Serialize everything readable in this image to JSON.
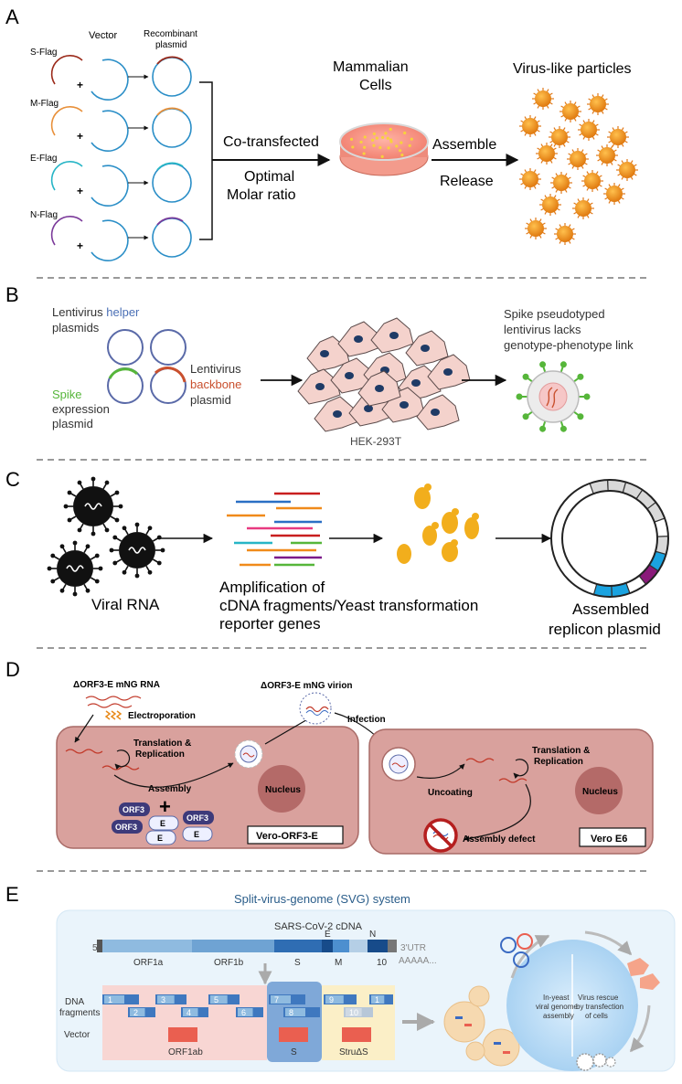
{
  "panelA": {
    "letter": "A",
    "vector_label": "Vector",
    "recombinant_label_1": "Recombinant",
    "recombinant_label_2": "plasmid",
    "flags": [
      {
        "name": "S-Flag",
        "color": "#9b2a1a"
      },
      {
        "name": "M-Flag",
        "color": "#e8903a"
      },
      {
        "name": "E-Flag",
        "color": "#27b5c6"
      },
      {
        "name": "N-Flag",
        "color": "#7b3a9a"
      }
    ],
    "plus": "+",
    "cotransfected": "Co-transfected",
    "optimal_1": "Optimal",
    "optimal_2": "Molar ratio",
    "cells_1": "Mammalian",
    "cells_2": "Cells",
    "assemble": "Assemble",
    "release": "Release",
    "vlp_title": "Virus-like particles"
  },
  "panelB": {
    "letter": "B",
    "helper_1": "Lentivirus ",
    "helper_2": "helper",
    "helper_3": "plasmids",
    "spike_1": "Spike",
    "spike_2": "expression",
    "spike_3": "plasmid",
    "backbone_1": "Lentivirus",
    "backbone_2": "backbone",
    "backbone_3": "plasmid",
    "hek": "HEK-293T",
    "pseudo_1": "Spike pseudotyped",
    "pseudo_2": "lentivirus lacks",
    "pseudo_3": "genotype-phenotype link"
  },
  "panelC": {
    "letter": "C",
    "viral_rna": "Viral RNA",
    "amp_1": "Amplification of",
    "amp_2": "cDNA fragments/",
    "amp_3": "reporter genes",
    "yeast": "Yeast transformation",
    "assembled_1": "Assembled",
    "assembled_2": "replicon plasmid"
  },
  "panelD": {
    "letter": "D",
    "rna": "ΔORF3-E mNG RNA",
    "electroporation": "Electroporation",
    "translation_1": "Translation &",
    "translation_2": "Replication",
    "virion": "ΔORF3-E mNG virion",
    "infection": "Infection",
    "assembly": "Assembly",
    "nucleus": "Nucleus",
    "orf3": "ORF3",
    "e": "E",
    "plus": "+",
    "vero_orf3e": "Vero-ORF3-E",
    "uncoating": "Uncoating",
    "assembly_defect": "Assembly defect",
    "vero_e6": "Vero E6"
  },
  "panelE": {
    "letter": "E",
    "title": "Split-virus-genome (SVG) system",
    "cdna": "SARS-CoV-2 cDNA",
    "five_prime": "5'",
    "utr": "3'UTR",
    "polya": "AAAAA...",
    "genes": [
      "ORF1a",
      "ORF1b",
      "S",
      "M",
      "10"
    ],
    "gene_e": "E",
    "gene_n": "N",
    "dna_1": "DNA",
    "dna_2": "fragments",
    "vector": "Vector",
    "fragments": [
      "1",
      "2",
      "3",
      "4",
      "5",
      "6",
      "7",
      "8",
      "9",
      "10",
      "1"
    ],
    "groups": [
      "ORF1ab",
      "S",
      "StruΔS"
    ],
    "inyeast_1": "In-yeast",
    "inyeast_2": "viral genome",
    "inyeast_3": "assembly",
    "rescue_1": "Virus rescue",
    "rescue_2": "by transfection",
    "rescue_3": "of cells"
  }
}
